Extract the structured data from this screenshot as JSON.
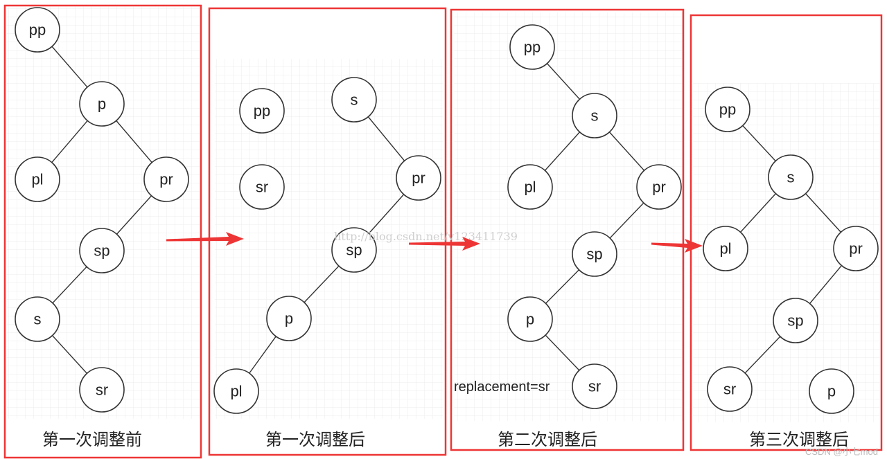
{
  "panels": [
    {
      "caption": "第一次调整前",
      "nodes": [
        "pp",
        "p",
        "pl",
        "pr",
        "sp",
        "s",
        "sr"
      ],
      "edges": [
        [
          "pp",
          "p"
        ],
        [
          "p",
          "pl"
        ],
        [
          "p",
          "pr"
        ],
        [
          "pr",
          "sp"
        ],
        [
          "sp",
          "s"
        ],
        [
          "s",
          "sr"
        ]
      ]
    },
    {
      "caption": "第一次调整后",
      "nodes": [
        "pp",
        "sr",
        "s",
        "pr",
        "sp",
        "p",
        "pl"
      ],
      "edges": [
        [
          "s",
          "pr"
        ],
        [
          "pr",
          "sp"
        ],
        [
          "sp",
          "p"
        ],
        [
          "p",
          "pl"
        ]
      ]
    },
    {
      "caption": "第二次调整后",
      "note": "replacement=sr",
      "nodes": [
        "pp",
        "s",
        "pl",
        "pr",
        "sp",
        "p",
        "sr"
      ],
      "edges": [
        [
          "pp",
          "s"
        ],
        [
          "s",
          "pl"
        ],
        [
          "s",
          "pr"
        ],
        [
          "pr",
          "sp"
        ],
        [
          "sp",
          "p"
        ],
        [
          "p",
          "sr"
        ]
      ]
    },
    {
      "caption": "第三次调整后",
      "nodes": [
        "pp",
        "s",
        "pl",
        "pr",
        "sp",
        "sr",
        "p"
      ],
      "edges": [
        [
          "pp",
          "s"
        ],
        [
          "s",
          "pl"
        ],
        [
          "s",
          "pr"
        ],
        [
          "pr",
          "sp"
        ],
        [
          "sp",
          "sr"
        ]
      ]
    }
  ],
  "watermark": "http://blog.csdn.net/v123411739",
  "credit": "CSDN @小七mod",
  "colors": {
    "panel_border": "#ee3535",
    "arrow": "#ee3535"
  }
}
